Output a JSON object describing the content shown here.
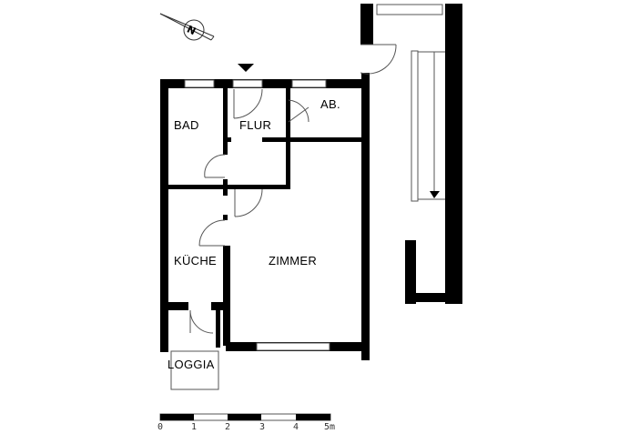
{
  "diagram": {
    "type": "floor-plan",
    "rooms": [
      {
        "id": "bad",
        "label": "BAD"
      },
      {
        "id": "flur",
        "label": "FLUR"
      },
      {
        "id": "abstellraum",
        "label": "AB."
      },
      {
        "id": "kueche",
        "label": "KÜCHE"
      },
      {
        "id": "zimmer",
        "label": "ZIMMER"
      },
      {
        "id": "loggia",
        "label": "LOGGIA"
      }
    ],
    "entrance_marker": "down-triangle",
    "compass": "north-arrow-icon",
    "stair_direction": "down-arrow",
    "scale_bar": {
      "ticks": [
        "0",
        "1",
        "2",
        "3",
        "4",
        "5m"
      ],
      "unit": "m"
    },
    "colors": {
      "wall": "#000000",
      "window": "#ffffff",
      "line": "#555555"
    }
  }
}
